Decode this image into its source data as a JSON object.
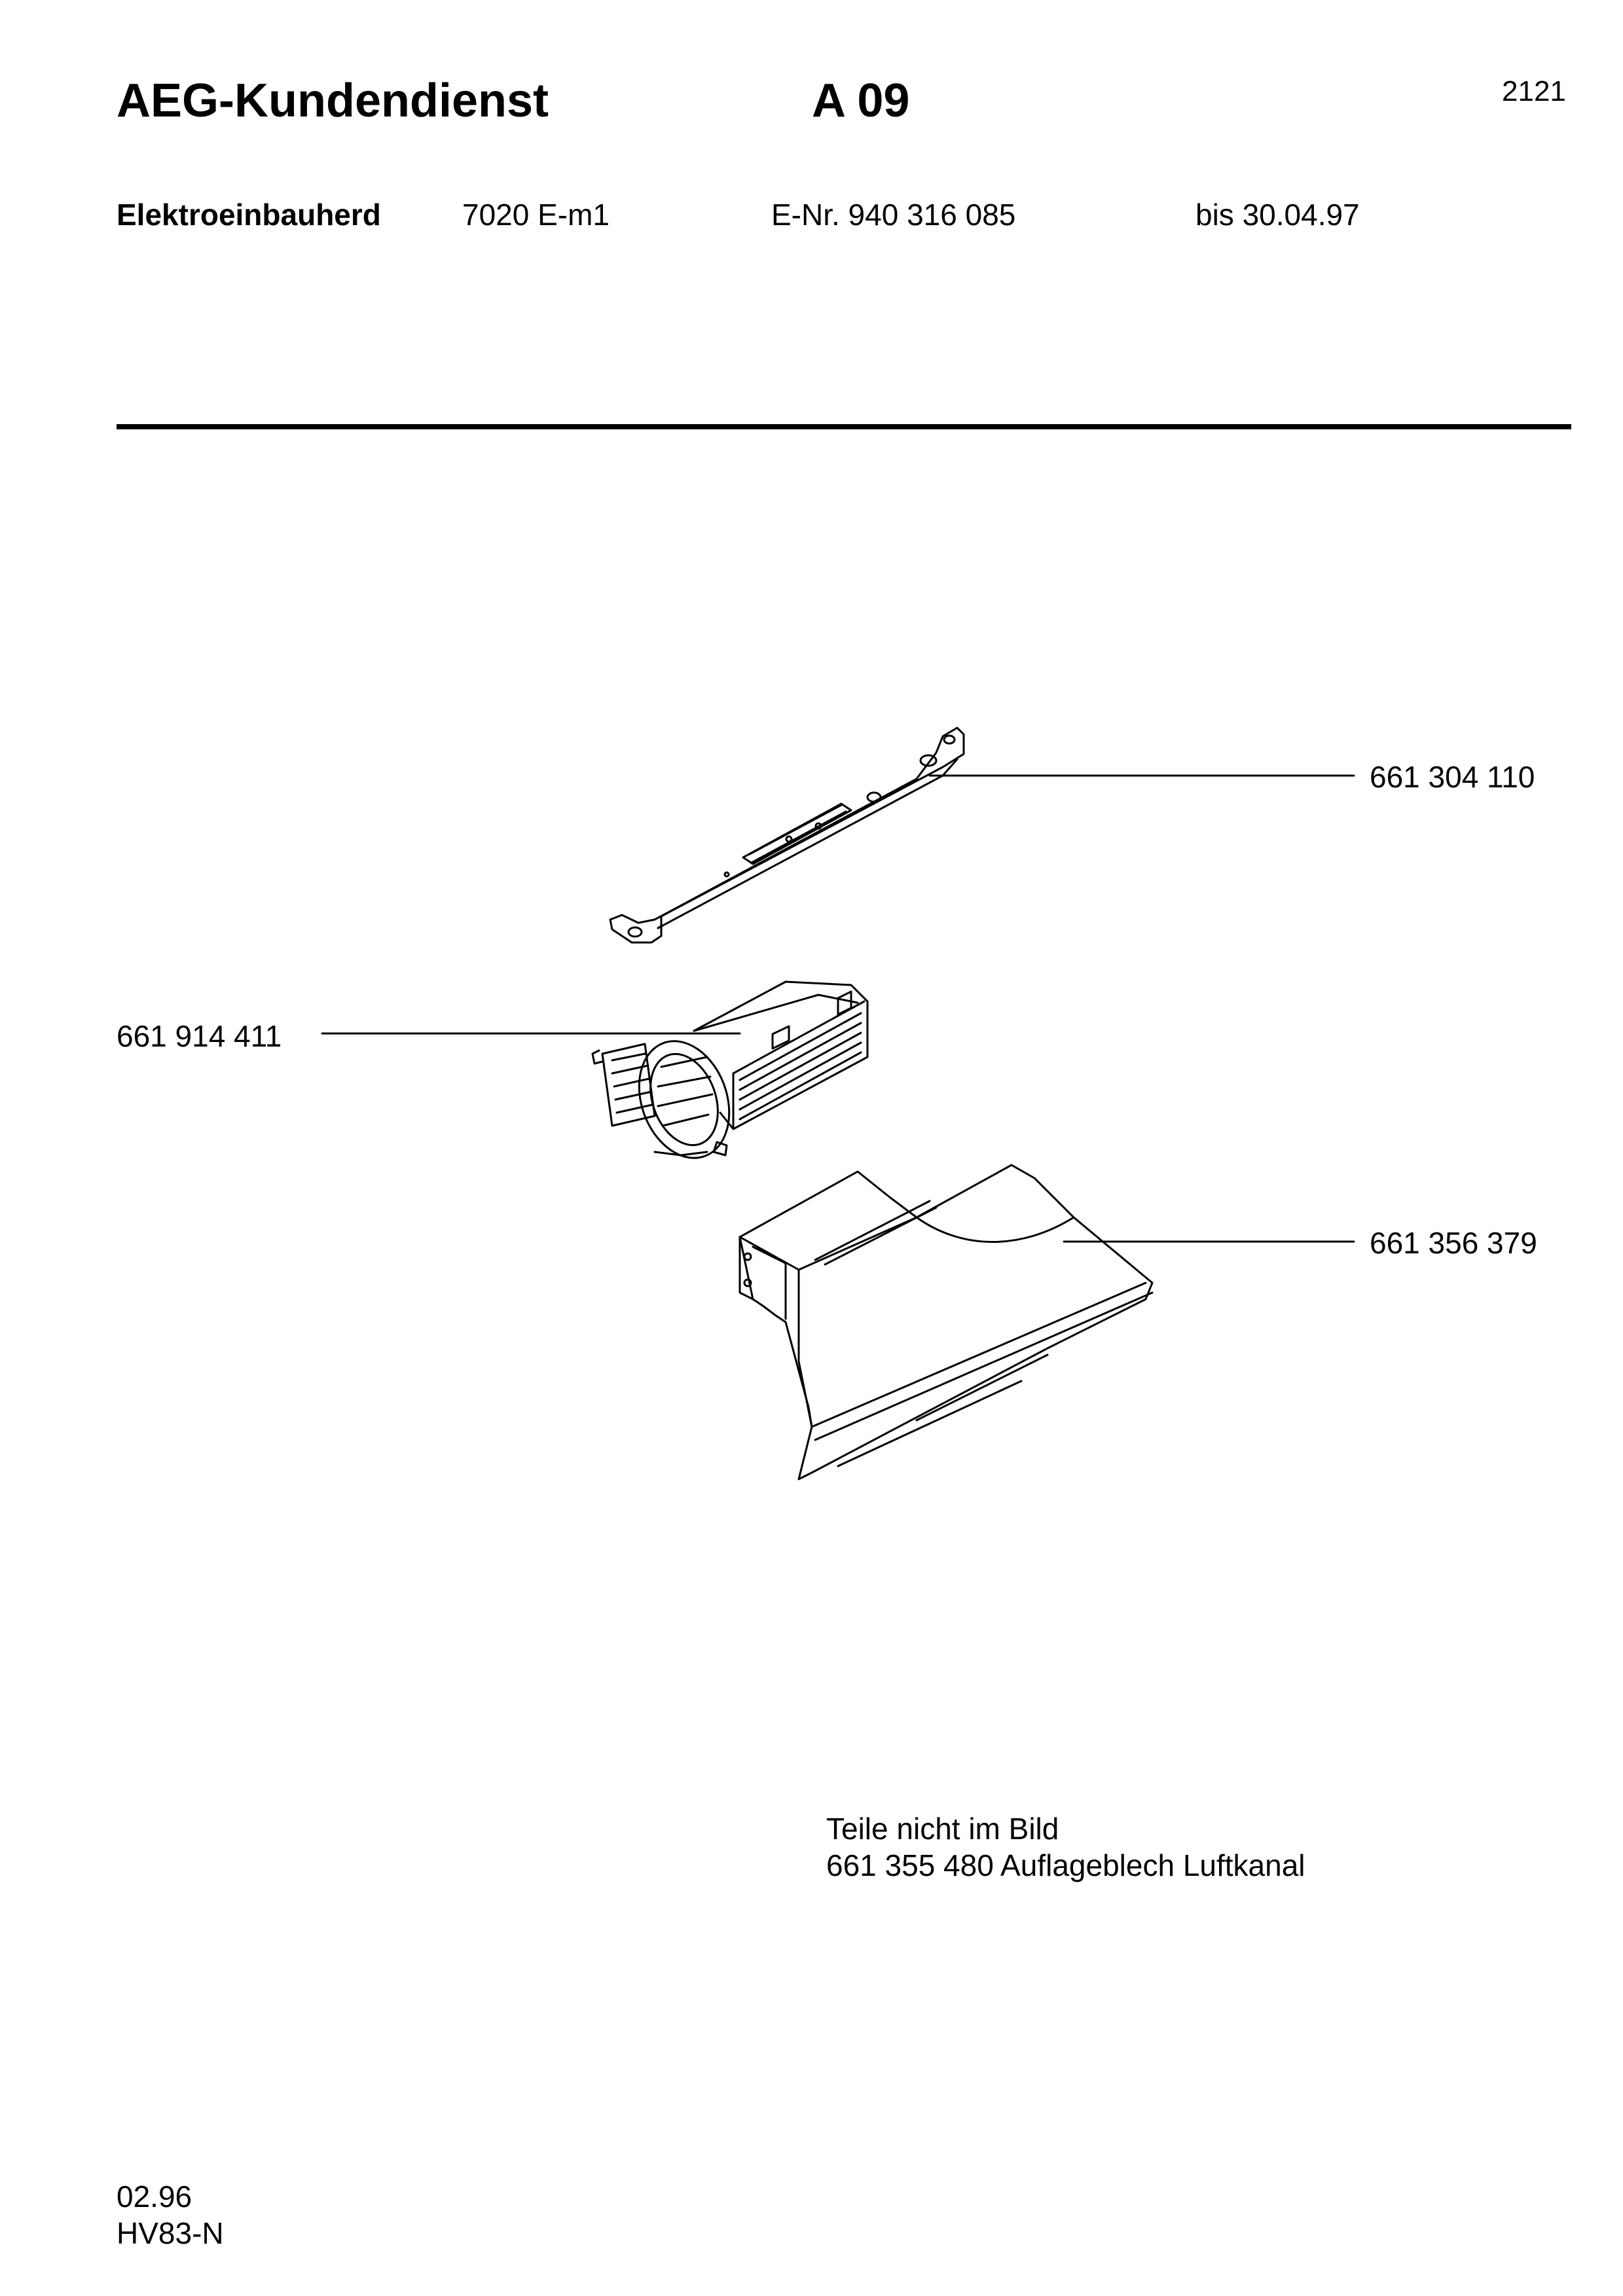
{
  "header": {
    "brand": "AEG-Kundendienst",
    "section": "A 09",
    "page_number": "2121",
    "product_type": "Elektroeinbauherd",
    "model": "7020 E-m1",
    "e_number": "E-Nr. 940 316 085",
    "validity": "bis 30.04.97"
  },
  "parts": [
    {
      "number": "661 304 110"
    },
    {
      "number": "661 914 411"
    },
    {
      "number": "661 356 379"
    }
  ],
  "notes": {
    "heading": "Teile nicht im Bild",
    "items": [
      "661 355 480 Auflageblech Luftkanal"
    ]
  },
  "footer": {
    "date": "02.96",
    "code": "HV83-N"
  }
}
